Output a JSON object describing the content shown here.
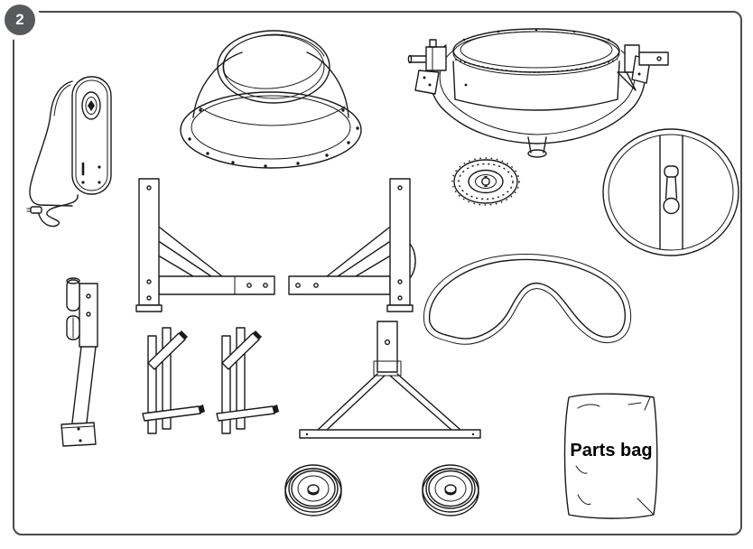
{
  "figure": {
    "step_number": "2",
    "parts_bag_label": "Parts bag",
    "parts": [
      "motor-cover",
      "drum-cone",
      "drum-yoke-assembly",
      "gear-pulley",
      "hand-wheel",
      "frame-side-left",
      "frame-side-right",
      "drive-belt",
      "support-leg",
      "leg-stand-left",
      "leg-stand-right",
      "a-frame-stand",
      "wheel-left",
      "wheel-right",
      "parts-bag"
    ]
  },
  "colors": {
    "badge_background": "#58595b",
    "badge_text": "#ffffff",
    "line_art": "#1a1a1a",
    "panel_border": "#4a4a4a",
    "page_background": "#ffffff"
  }
}
